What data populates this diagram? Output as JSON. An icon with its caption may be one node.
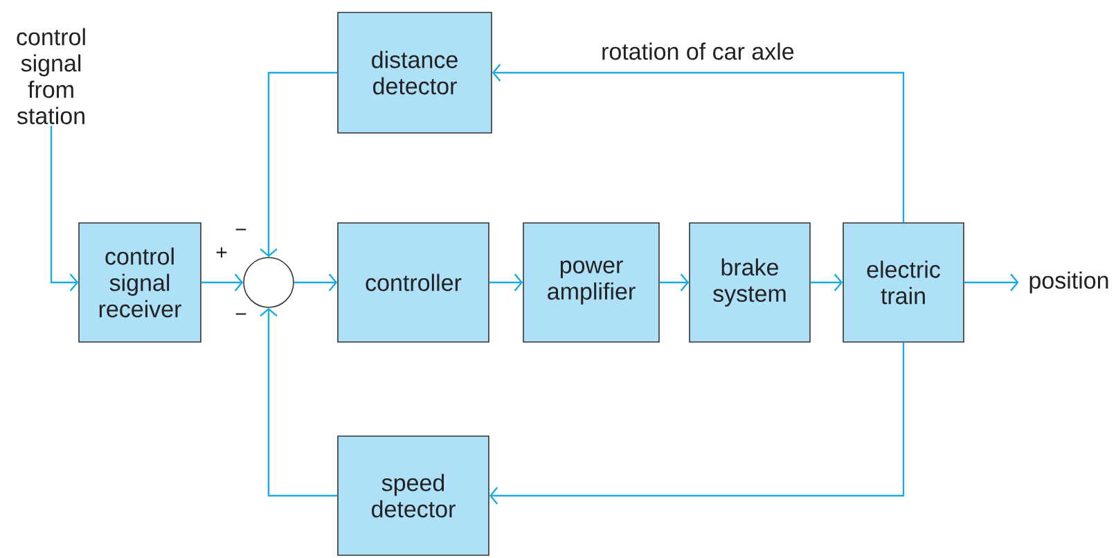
{
  "diagram": {
    "nodes": [
      {
        "text": [
          "control signal from station"
        ]
      },
      {
        "text": [
          "control signal receiver"
        ]
      },
      {
        "text": [],
        "shape": "circle"
      },
      {
        "text": [
          "distance detector"
        ]
      },
      {
        "text": [
          "controller"
        ]
      },
      {
        "text": [
          "power amplifier"
        ]
      },
      {
        "text": [
          "brake system"
        ]
      },
      {
        "text": [
          "electric train"
        ]
      },
      {
        "text": [
          "position"
        ]
      },
      {
        "text": [
          "speed detector"
        ]
      }
    ],
    "edges": [
      {
        "from": 0,
        "to": 1,
        "arrow": "to"
      },
      {
        "from": 1,
        "to": 2,
        "arrow": "to"
      },
      {
        "from": 3,
        "to": 2,
        "arrow": "to"
      },
      {
        "from": 2,
        "to": 4,
        "arrow": "to"
      },
      {
        "from": 4,
        "to": 5,
        "arrow": "to"
      },
      {
        "from": 5,
        "to": 6,
        "arrow": "to"
      },
      {
        "from": 6,
        "to": 7,
        "arrow": "to"
      },
      {
        "from": 7,
        "to": 8,
        "arrow": "to"
      },
      {
        "from": 7,
        "to": 3,
        "arrow": "to",
        "label": "rotation of car axle"
      },
      {
        "from": 7,
        "to": 9,
        "arrow": "to"
      },
      {
        "from": 9,
        "to": 2,
        "arrow": "to"
      }
    ],
    "labels": [
      "+",
      "−",
      "−"
    ]
  }
}
